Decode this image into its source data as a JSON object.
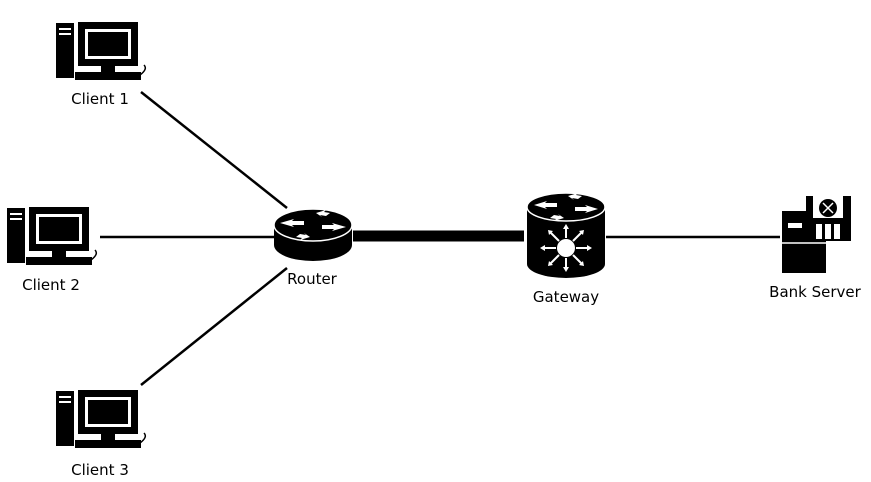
{
  "diagram": {
    "nodes": [
      {
        "id": "client1",
        "label": "Client 1",
        "kind": "workstation"
      },
      {
        "id": "client2",
        "label": "Client 2",
        "kind": "workstation"
      },
      {
        "id": "client3",
        "label": "Client 3",
        "kind": "workstation"
      },
      {
        "id": "router",
        "label": "Router",
        "kind": "router"
      },
      {
        "id": "gateway",
        "label": "Gateway",
        "kind": "layer3-switch"
      },
      {
        "id": "bank",
        "label": "Bank Server",
        "kind": "file-server"
      }
    ],
    "edges": [
      {
        "from": "client1",
        "to": "router",
        "style": "thin"
      },
      {
        "from": "client2",
        "to": "router",
        "style": "thin"
      },
      {
        "from": "client3",
        "to": "router",
        "style": "thin"
      },
      {
        "from": "router",
        "to": "gateway",
        "style": "thick"
      },
      {
        "from": "gateway",
        "to": "bank",
        "style": "thin"
      }
    ]
  },
  "colors": {
    "ink": "#000000",
    "background": "#ffffff"
  }
}
